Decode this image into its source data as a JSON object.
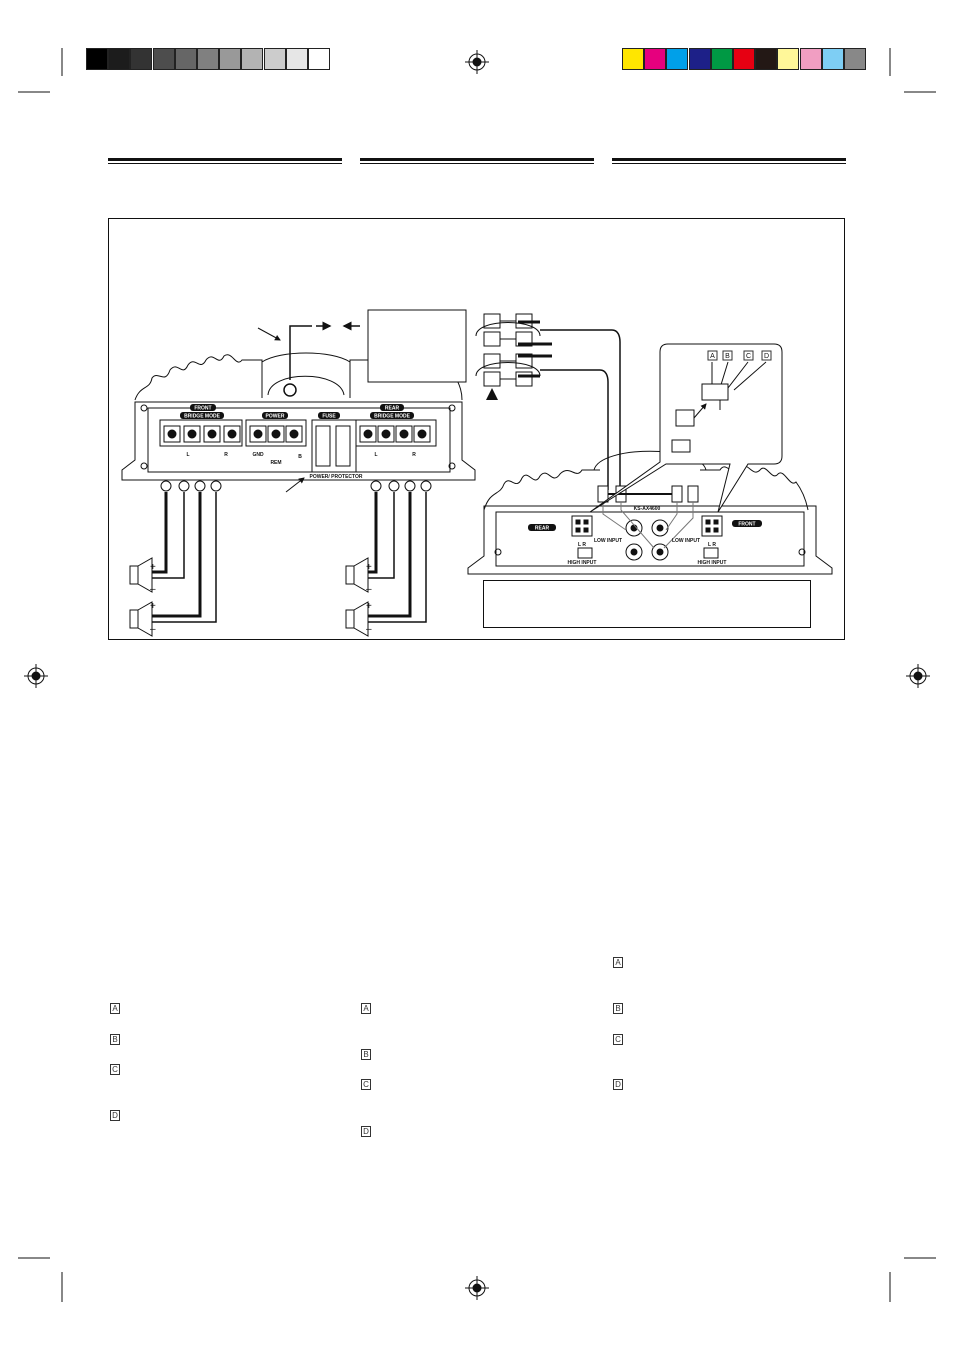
{
  "print_marks": {
    "grayscale_bar": [
      "#000000",
      "#1c1c1c",
      "#333333",
      "#4d4d4d",
      "#666666",
      "#808080",
      "#999999",
      "#b3b3b3",
      "#cccccc",
      "#e6e6e6",
      "#ffffff"
    ],
    "color_bar": [
      "#ffe600",
      "#e6007e",
      "#00a0e9",
      "#1d2088",
      "#009944",
      "#e60012",
      "#231815",
      "#fff799",
      "#f19ec2",
      "#7ecef4",
      "#888888"
    ]
  },
  "diagram": {
    "amp_left": {
      "front_label": "FRONT",
      "bridge_mode_front": "BRIDGE MODE",
      "power_label": "POWER",
      "fuse_label": "FUSE",
      "rear_label": "REAR",
      "bridge_mode_rear": "BRIDGE MODE",
      "gnd_label": "GND",
      "rem_label": "REM",
      "b_label": "B",
      "l_label": "L",
      "r_label": "R",
      "protector_label": "POWER/ PROTECTOR"
    },
    "amp_right": {
      "rear_label": "REAR",
      "front_label": "FRONT",
      "model_label": "KS-AX4600",
      "low_input_left": "LOW INPUT",
      "low_input_right": "LOW INPUT",
      "high_input_left": "HIGH INPUT",
      "high_input_right": "HIGH INPUT",
      "lr_left": "L R",
      "lr_right": "L R"
    },
    "connector_letters": [
      "A",
      "B",
      "C",
      "D"
    ],
    "speaker_plus": "+",
    "speaker_minus": "–"
  },
  "list_markers": {
    "col1": [
      "A",
      "B",
      "C",
      "D"
    ],
    "col2": [
      "A",
      "B",
      "C",
      "D"
    ],
    "col3": [
      "A",
      "B",
      "C",
      "D"
    ]
  }
}
